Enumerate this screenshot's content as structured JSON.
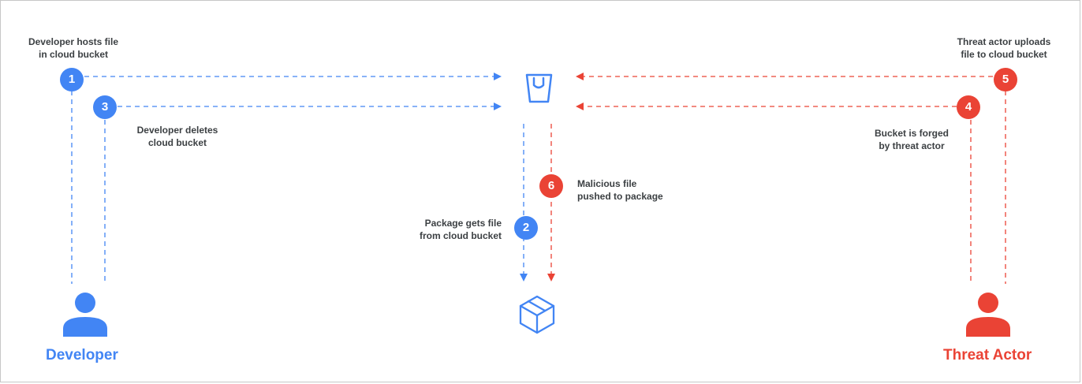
{
  "actors": {
    "developer": "Developer",
    "threat_actor": "Threat Actor"
  },
  "steps": [
    {
      "number": "1",
      "label_line1": "Developer hosts file",
      "label_line2": "in cloud bucket"
    },
    {
      "number": "2",
      "label_line1": "Package gets file",
      "label_line2": "from cloud bucket"
    },
    {
      "number": "3",
      "label_line1": "Developer deletes",
      "label_line2": "cloud bucket"
    },
    {
      "number": "4",
      "label_line1": "Bucket is forged",
      "label_line2": "by threat actor"
    },
    {
      "number": "5",
      "label_line1": "Threat actor uploads",
      "label_line2": "file to cloud bucket"
    },
    {
      "number": "6",
      "label_line1": "Malicious file",
      "label_line2": "pushed to package"
    }
  ],
  "icons": {
    "bucket": "cloud-bucket-icon",
    "package": "package-box-icon",
    "developer": "person-icon",
    "threat_actor": "person-icon"
  },
  "colors": {
    "developer_blue": "#4285f4",
    "threat_red": "#ea4335",
    "text_dark": "#3c4043"
  }
}
